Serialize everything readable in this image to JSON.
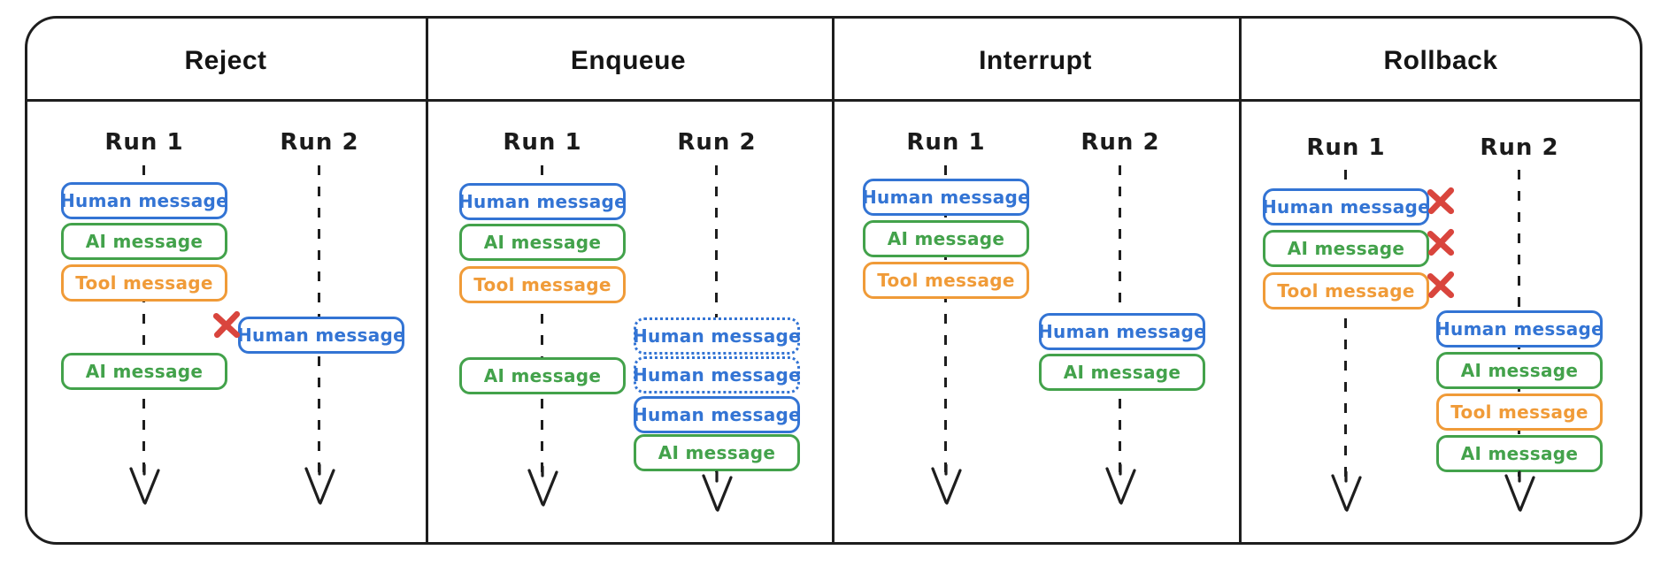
{
  "colors": {
    "human_blue": "#3374d4",
    "ai_green": "#43a24b",
    "tool_orange": "#f09b38",
    "reject_red": "#d9453d",
    "ink_black": "#1e1e1e"
  },
  "panels": [
    {
      "title": "Reject",
      "runs": [
        {
          "label": "Run 1",
          "messages": [
            {
              "type": "human",
              "label": "Human message"
            },
            {
              "type": "ai",
              "label": "AI message"
            },
            {
              "type": "tool",
              "label": "Tool message"
            },
            {
              "type": "ai",
              "label": "AI message"
            }
          ]
        },
        {
          "label": "Run 2",
          "messages": [
            {
              "type": "human",
              "label": "Human message",
              "rejected": true
            }
          ]
        }
      ]
    },
    {
      "title": "Enqueue",
      "runs": [
        {
          "label": "Run 1",
          "messages": [
            {
              "type": "human",
              "label": "Human message"
            },
            {
              "type": "ai",
              "label": "AI message"
            },
            {
              "type": "tool",
              "label": "Tool message"
            },
            {
              "type": "ai",
              "label": "AI message"
            }
          ]
        },
        {
          "label": "Run 2",
          "messages": [
            {
              "type": "human",
              "label": "Human message",
              "queued": true
            },
            {
              "type": "human",
              "label": "Human message",
              "queued": true
            },
            {
              "type": "human",
              "label": "Human message"
            },
            {
              "type": "ai",
              "label": "AI message"
            }
          ]
        }
      ]
    },
    {
      "title": "Interrupt",
      "runs": [
        {
          "label": "Run 1",
          "messages": [
            {
              "type": "human",
              "label": "Human message"
            },
            {
              "type": "ai",
              "label": "AI message"
            },
            {
              "type": "tool",
              "label": "Tool message"
            }
          ]
        },
        {
          "label": "Run 2",
          "messages": [
            {
              "type": "human",
              "label": "Human message"
            },
            {
              "type": "ai",
              "label": "AI message"
            }
          ]
        }
      ]
    },
    {
      "title": "Rollback",
      "runs": [
        {
          "label": "Run 1",
          "messages": [
            {
              "type": "human",
              "label": "Human message",
              "rolled_back": true
            },
            {
              "type": "ai",
              "label": "AI message",
              "rolled_back": true
            },
            {
              "type": "tool",
              "label": "Tool message",
              "rolled_back": true
            }
          ]
        },
        {
          "label": "Run 2",
          "messages": [
            {
              "type": "human",
              "label": "Human message"
            },
            {
              "type": "ai",
              "label": "AI message"
            },
            {
              "type": "tool",
              "label": "Tool message"
            },
            {
              "type": "ai",
              "label": "AI message"
            }
          ]
        }
      ]
    }
  ]
}
